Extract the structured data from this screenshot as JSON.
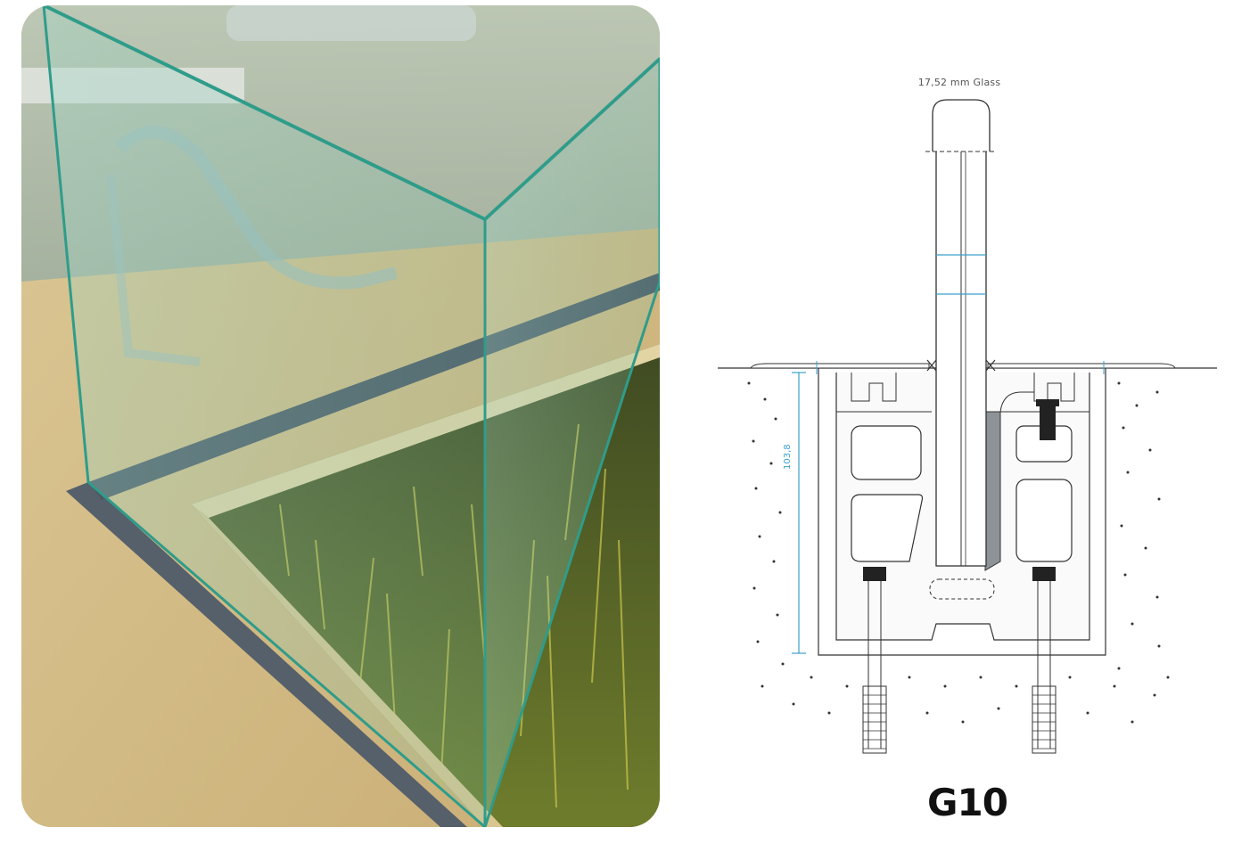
{
  "photo": {
    "subject": "frameless glass balustrade at floor opening",
    "colors": {
      "floor": "#d6c08a",
      "glass_edge": "#2f9c8a",
      "grass": "#6b7a2a",
      "profile": "#5b6670"
    }
  },
  "diagram": {
    "glass_label": "17,52 mm Glass",
    "dimension_label": "103,8",
    "model": "G10",
    "colors": {
      "line": "#333333",
      "dimension": "#3aa0cc",
      "fill": "#ffffff"
    }
  }
}
